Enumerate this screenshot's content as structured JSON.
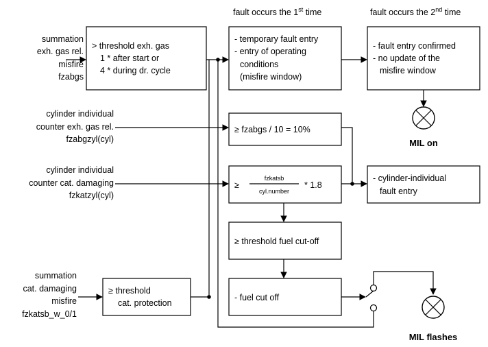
{
  "headers": {
    "first": {
      "text": "fault occurs the 1",
      "sup": "st",
      "tail": " time"
    },
    "second": {
      "text": "fault occurs the 2",
      "sup": "nd",
      "tail": " time"
    }
  },
  "inputs": {
    "summation_exh": [
      "summation",
      "exh. gas rel.",
      "misfire",
      "fzabgs"
    ],
    "cyl_exh": [
      "cylinder individual",
      "counter exh. gas rel.",
      "fzabgzyl(cyl)"
    ],
    "cyl_cat": [
      "cylinder individual",
      "counter cat. damaging",
      "fzkatzyl(cyl)"
    ],
    "summation_cat": [
      "summation",
      "cat. damaging",
      "misfire",
      "fzkatsb_w_0/1"
    ]
  },
  "boxes": {
    "threshold_exh": {
      "prefix": ">",
      "lines": [
        "threshold exh. gas",
        "1 * after start or",
        "4 * during dr. cycle"
      ]
    },
    "temporary_fault": {
      "lines": [
        "temporary fault entry",
        "entry of operating",
        "conditions",
        "(misfire window)"
      ],
      "bullet": "-"
    },
    "fault_confirmed": {
      "lines": [
        "fault entry confirmed",
        "no update of the",
        "misfire window"
      ],
      "bullet": "-"
    },
    "fzabgs_ratio": {
      "prefix": "≥",
      "text": "fzabgs / 10 = 10%"
    },
    "fzkatsb_ratio": {
      "prefix": "≥",
      "numerator": "fzkatsb",
      "denominator": "cyl.number",
      "factor": "* 1.8"
    },
    "cyl_fault_entry": {
      "lines": [
        "cylinder-individual",
        "fault entry"
      ],
      "bullet": "-"
    },
    "threshold_fuel_cutoff": {
      "prefix": "≥",
      "text": "threshold fuel cut-off"
    },
    "fuel_cut_off": {
      "bullet": "-",
      "text": "fuel cut off"
    },
    "threshold_cat": {
      "prefix": "≥",
      "lines": [
        "threshold",
        "cat. protection"
      ]
    }
  },
  "outputs": {
    "mil_on": "MIL on",
    "mil_flashes": "MIL flashes"
  }
}
